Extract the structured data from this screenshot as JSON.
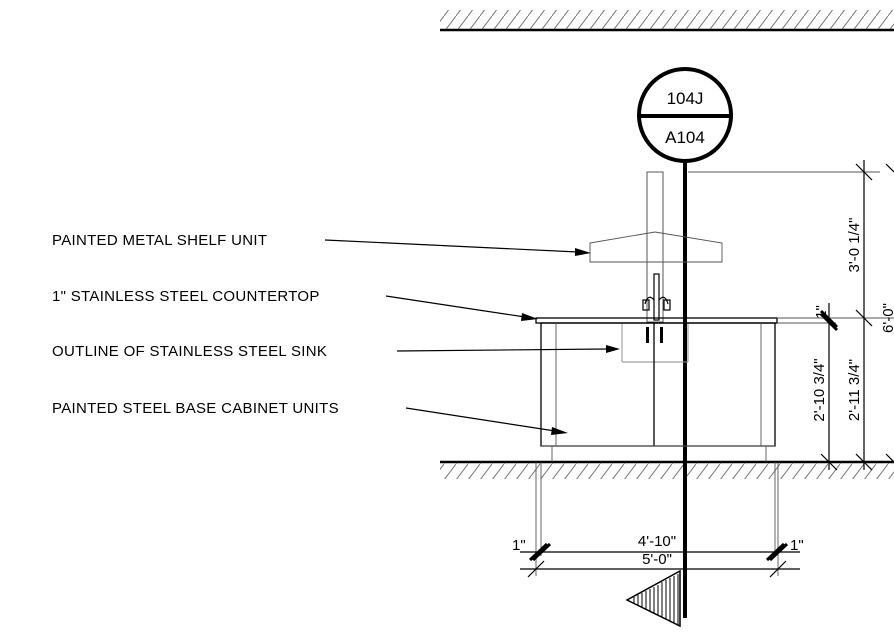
{
  "section_tag": {
    "top": "104J",
    "bottom": "A104"
  },
  "callouts": [
    "PAINTED METAL SHELF UNIT",
    "1\" STAINLESS STEEL COUNTERTOP",
    "OUTLINE OF STAINLESS STEEL SINK",
    "PAINTED STEEL BASE CABINET UNITS"
  ],
  "dimensions": {
    "left_offset": "1\"",
    "cabinet_width": "4'-10\"",
    "right_offset": "1\"",
    "overall_width": "5'-0\"",
    "countertop_thickness": "1\"",
    "cabinet_height": "2'-10 3/4\"",
    "counter_height": "2'-11 3/4\"",
    "above_counter": "3'-0 1/4\"",
    "total_height": "6'-0\""
  }
}
